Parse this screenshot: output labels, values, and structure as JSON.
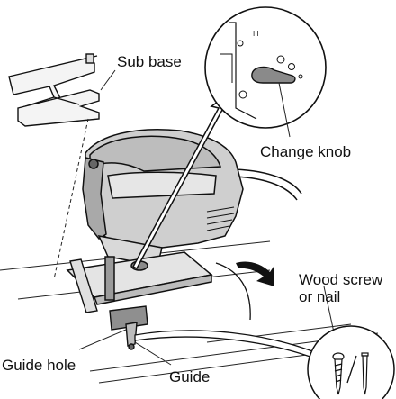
{
  "labels": {
    "sub_base": "Sub base",
    "change_knob": "Change knob",
    "wood_screw_line1": "Wood screw",
    "wood_screw_line2": "or nail",
    "guide_hole": "Guide hole",
    "guide": "Guide"
  },
  "icons": [
    "jigsaw-icon",
    "sub-base-icon",
    "change-knob-detail-icon",
    "guide-icon",
    "screw-icon",
    "nail-icon"
  ],
  "colors": {
    "ink": "#111111",
    "body_gray": "#bdbdbd",
    "knob_gray": "#8a8a8a",
    "light_gray": "#e6e6e6"
  }
}
